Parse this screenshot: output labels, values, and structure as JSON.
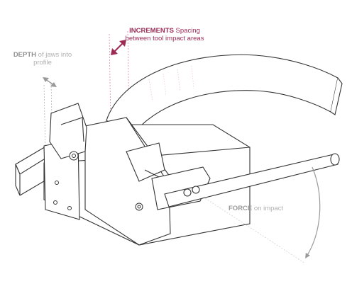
{
  "callouts": {
    "increments": {
      "title": "INCREMENTS",
      "text": "Spacing between tool impact areas"
    },
    "depth": {
      "title": "DEPTH",
      "text": "of jaws into profile"
    },
    "force": {
      "title": "FORCE",
      "text": "on impact"
    }
  },
  "colors": {
    "increments": "#9c2a55",
    "depth_title": "#8f8f8f",
    "depth_text": "#b0b0b0",
    "force_title": "#9a9a9a",
    "force_text": "#b0b0b0",
    "line": "#333333",
    "guide": "#e08aa6"
  },
  "icons": {
    "increments_arrow": "diagonal-double-arrow",
    "depth_arrow": "diagonal-double-arrow",
    "force_arrow": "curved-arrow"
  }
}
